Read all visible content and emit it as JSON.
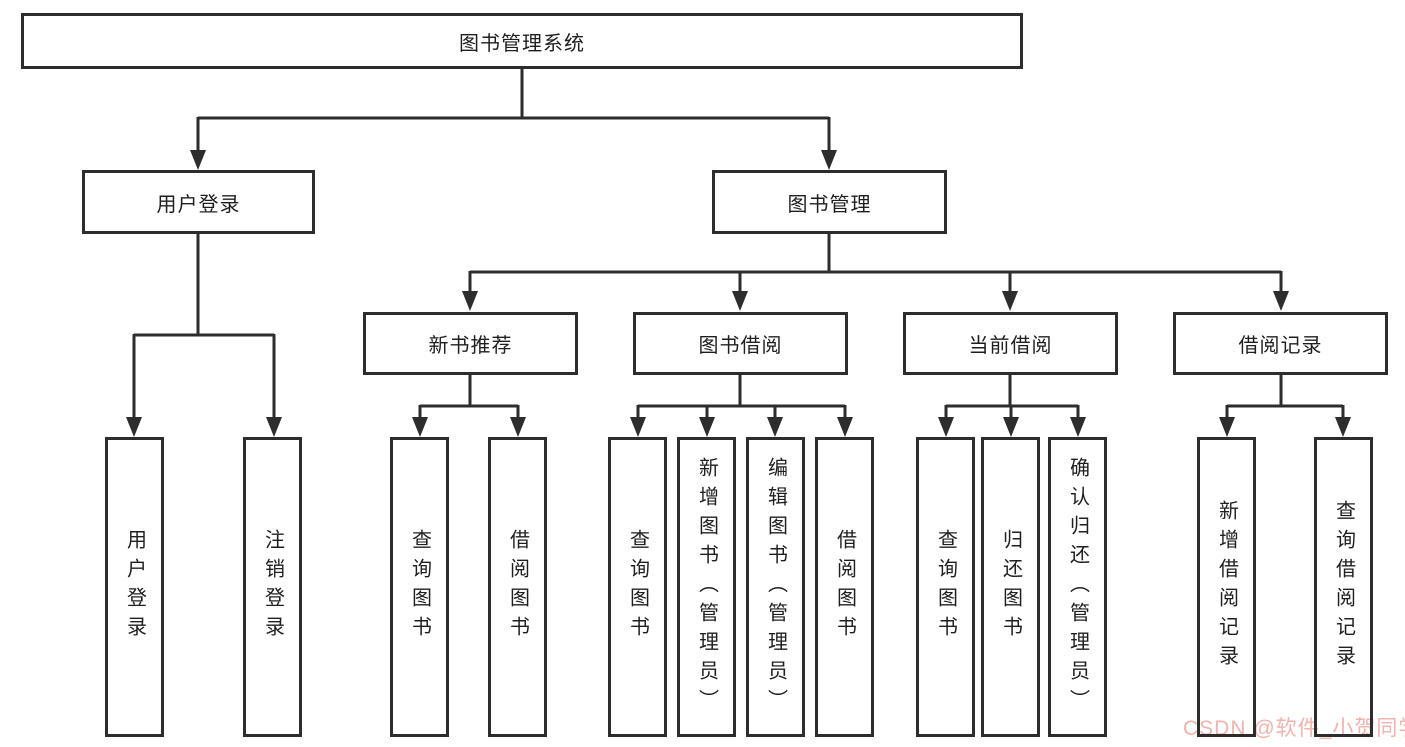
{
  "diagram": {
    "background": "#ffffff",
    "line_color": "#2d2d2d",
    "box_fill": "#ffffff",
    "text_color": "#1f1f1f",
    "root": {
      "label": "图书管理系统"
    },
    "level2": [
      {
        "id": "user-login",
        "label": "用户登录",
        "parent": "图书管理系统"
      },
      {
        "id": "book-management",
        "label": "图书管理",
        "parent": "图书管理系统"
      }
    ],
    "level3": [
      {
        "id": "new-book-recommend",
        "label": "新书推荐",
        "parent": "图书管理"
      },
      {
        "id": "book-borrow",
        "label": "图书借阅",
        "parent": "图书管理"
      },
      {
        "id": "current-borrow",
        "label": "当前借阅",
        "parent": "图书管理"
      },
      {
        "id": "borrow-records",
        "label": "借阅记录",
        "parent": "图书管理"
      }
    ],
    "leaves": [
      {
        "label": "用户登录",
        "parent": "用户登录"
      },
      {
        "label": "注销登录",
        "parent": "用户登录"
      },
      {
        "label": "查询图书",
        "parent": "新书推荐"
      },
      {
        "label": "借阅图书",
        "parent": "新书推荐"
      },
      {
        "label": "查询图书",
        "parent": "图书借阅"
      },
      {
        "label": "新增图书（管理员）",
        "parent": "图书借阅"
      },
      {
        "label": "编辑图书（管理员）",
        "parent": "图书借阅"
      },
      {
        "label": "借阅图书",
        "parent": "图书借阅"
      },
      {
        "label": "查询图书",
        "parent": "当前借阅"
      },
      {
        "label": "归还图书",
        "parent": "当前借阅"
      },
      {
        "label": "确认归还（管理员）",
        "parent": "当前借阅"
      },
      {
        "label": "新增借阅记录",
        "parent": "借阅记录"
      },
      {
        "label": "查询借阅记录",
        "parent": "借阅记录"
      }
    ],
    "watermark": {
      "label": "CSDN @软件_小贺同学",
      "color": "#f1b3ae"
    }
  }
}
